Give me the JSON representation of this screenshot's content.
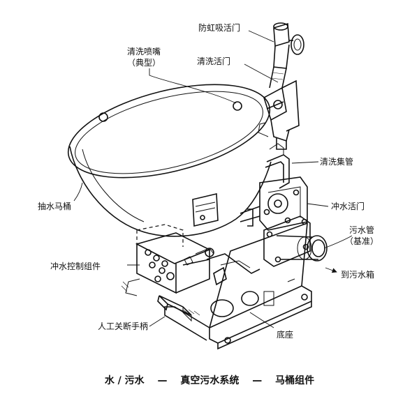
{
  "labels": {
    "anti_siphon_valve": "防虹吸活门",
    "rinse_valve": "清洗活门",
    "rinse_nozzle": "清洗喷嘴",
    "rinse_nozzle_note": "（典型）",
    "rinse_manifold": "清洗集管",
    "flush_bowl": "抽水马桶",
    "flush_valve": "冲水活门",
    "waste_pipe": "污水管",
    "waste_pipe_note": "（基准）",
    "to_waste_tank": "到污水箱",
    "flush_control_assembly": "冲水控制组件",
    "manual_shutoff_handle": "人工关断手柄",
    "base": "底座"
  },
  "caption": "水 / 污水　 —　 真空污水系统　 —　 马桶组件"
}
